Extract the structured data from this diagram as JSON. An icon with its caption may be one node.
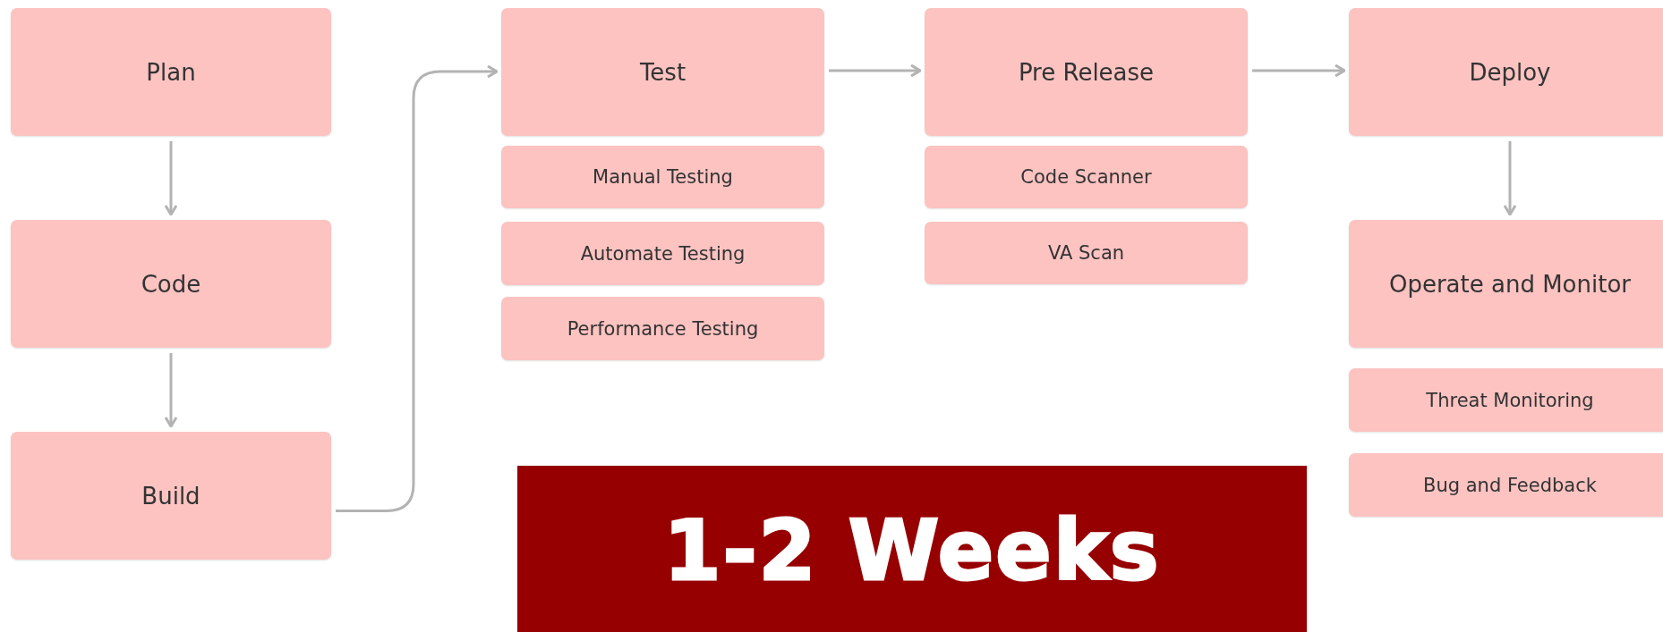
{
  "diagram": {
    "nodes": [
      {
        "text": [
          "Plan"
        ]
      },
      {
        "text": [
          "Code"
        ]
      },
      {
        "text": [
          "Build"
        ]
      },
      {
        "text": [
          "Test"
        ]
      },
      {
        "text": [
          "Manual Testing"
        ]
      },
      {
        "text": [
          "Automate Testing"
        ]
      },
      {
        "text": [
          "Performance Testing"
        ]
      },
      {
        "text": [
          "Pre Release"
        ]
      },
      {
        "text": [
          "Code Scanner"
        ]
      },
      {
        "text": [
          "VA Scan"
        ]
      },
      {
        "text": [
          "Deploy"
        ]
      },
      {
        "text": [
          "Operate and Monitor"
        ]
      },
      {
        "text": [
          "Threat Monitoring"
        ]
      },
      {
        "text": [
          "Bug and Feedback"
        ]
      },
      {
        "text": [
          "1-2 Weeks"
        ]
      }
    ],
    "edges": [
      {
        "from": 0,
        "to": 1,
        "arrow": "to"
      },
      {
        "from": 1,
        "to": 2,
        "arrow": "to"
      },
      {
        "from": 2,
        "to": 3,
        "arrow": "to"
      },
      {
        "from": 3,
        "to": 7,
        "arrow": "to"
      },
      {
        "from": 7,
        "to": 10,
        "arrow": "to"
      },
      {
        "from": 10,
        "to": 11,
        "arrow": "to"
      }
    ]
  }
}
